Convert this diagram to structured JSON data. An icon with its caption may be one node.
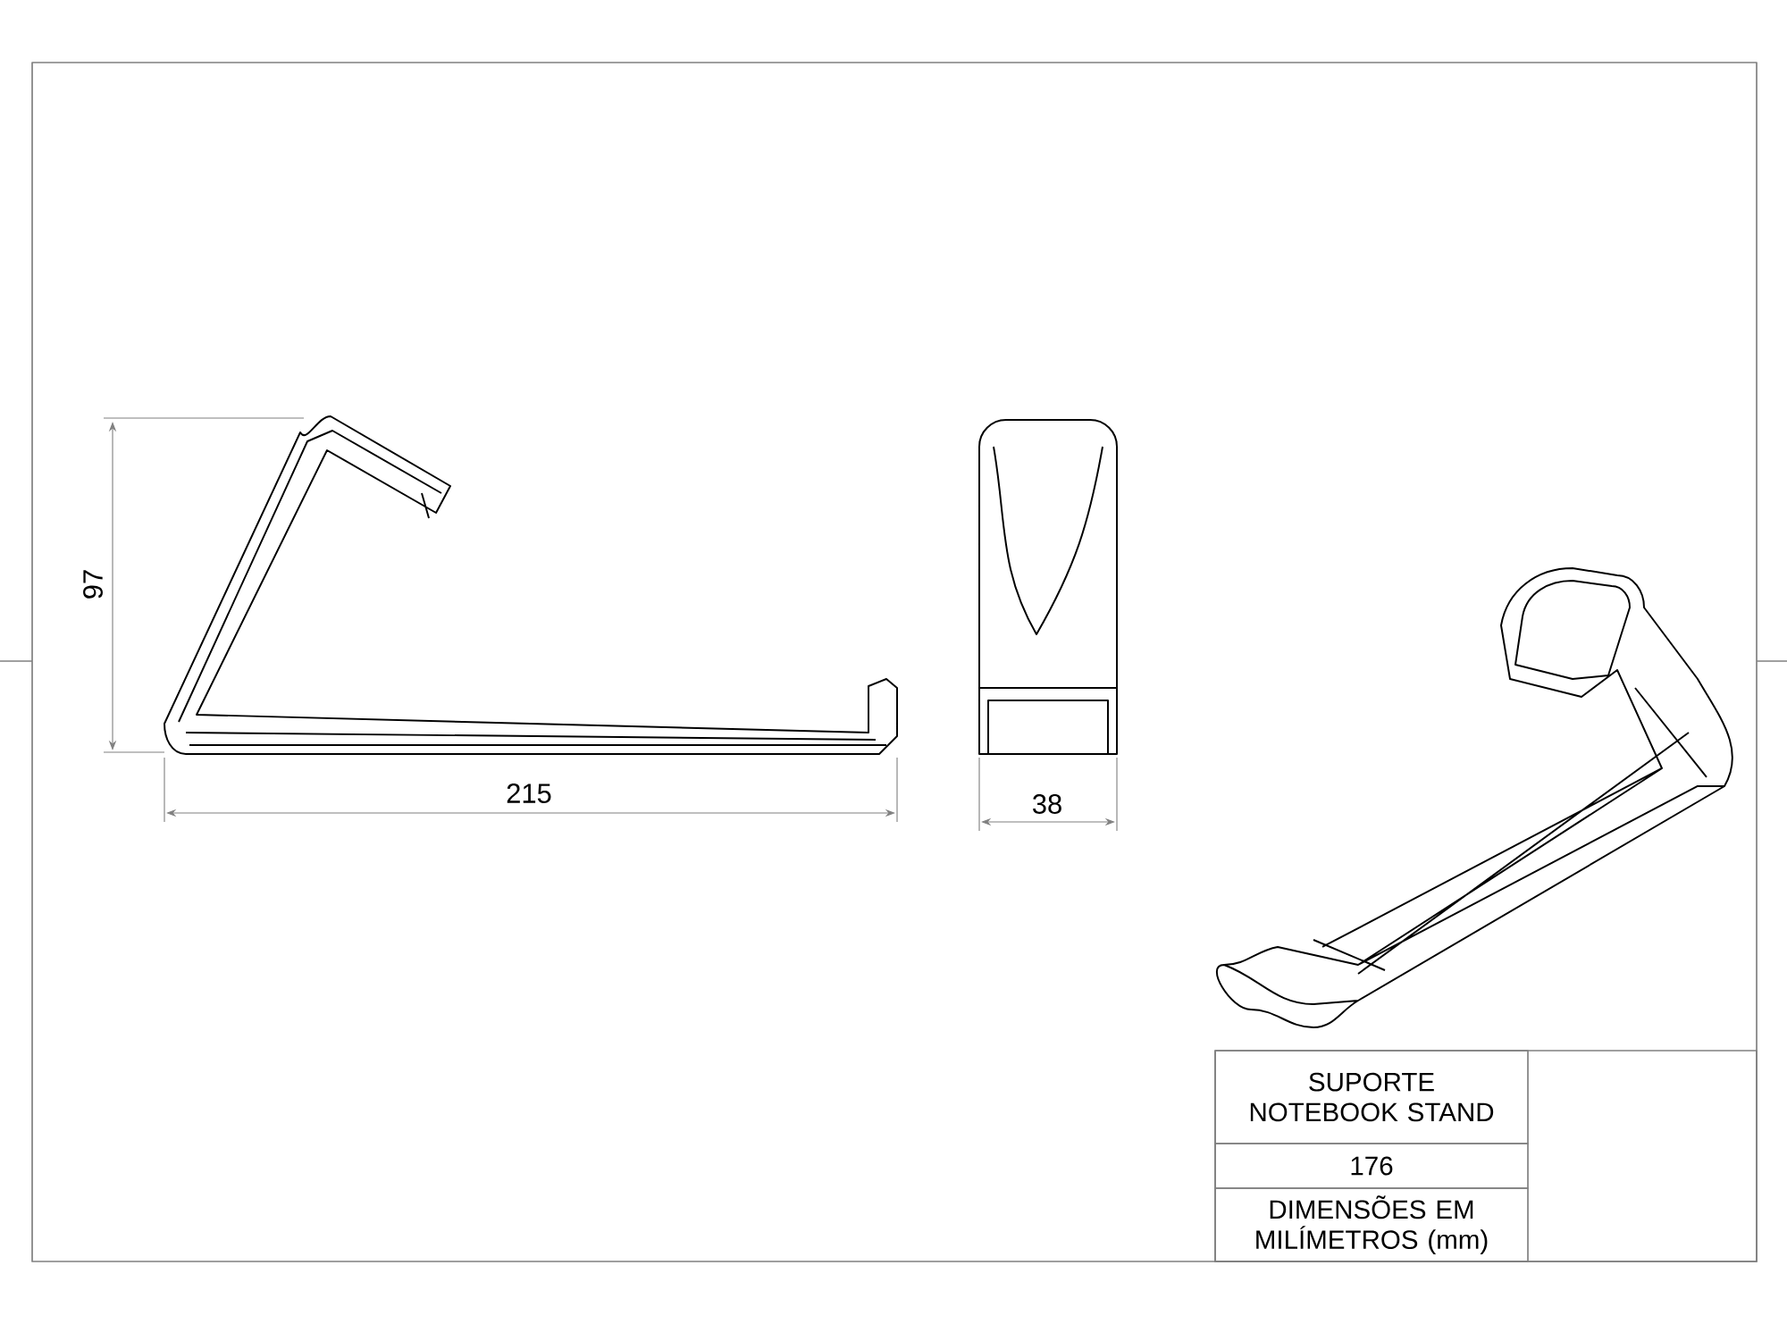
{
  "diagram": {
    "labels": [
      "97",
      "215",
      "38",
      "SUPORTE NOTEBOOK STAND",
      "176",
      "DIMENSÕES EM MILÍMETROS (mm)"
    ]
  }
}
